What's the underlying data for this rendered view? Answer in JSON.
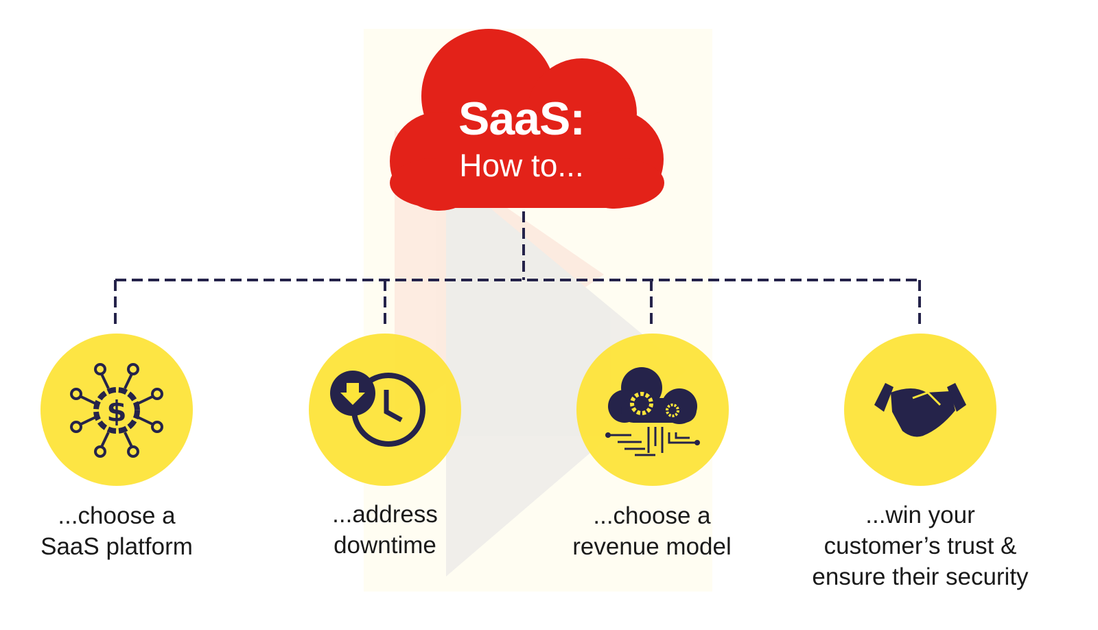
{
  "header": {
    "title": "SaaS:",
    "subtitle": "How to..."
  },
  "colors": {
    "cloud": "#e32219",
    "circle": "#fde43a",
    "icon": "#25234a",
    "connector": "#25234a"
  },
  "items": [
    {
      "icon": "dollar-network-icon",
      "lines": [
        "...choose a",
        "SaaS platform"
      ]
    },
    {
      "icon": "download-clock-icon",
      "lines": [
        "...address",
        "downtime"
      ]
    },
    {
      "icon": "cloud-gears-icon",
      "lines": [
        "...choose a",
        "revenue model"
      ]
    },
    {
      "icon": "handshake-icon",
      "lines": [
        "...win your",
        "customer’s trust &",
        "ensure their security"
      ]
    }
  ]
}
